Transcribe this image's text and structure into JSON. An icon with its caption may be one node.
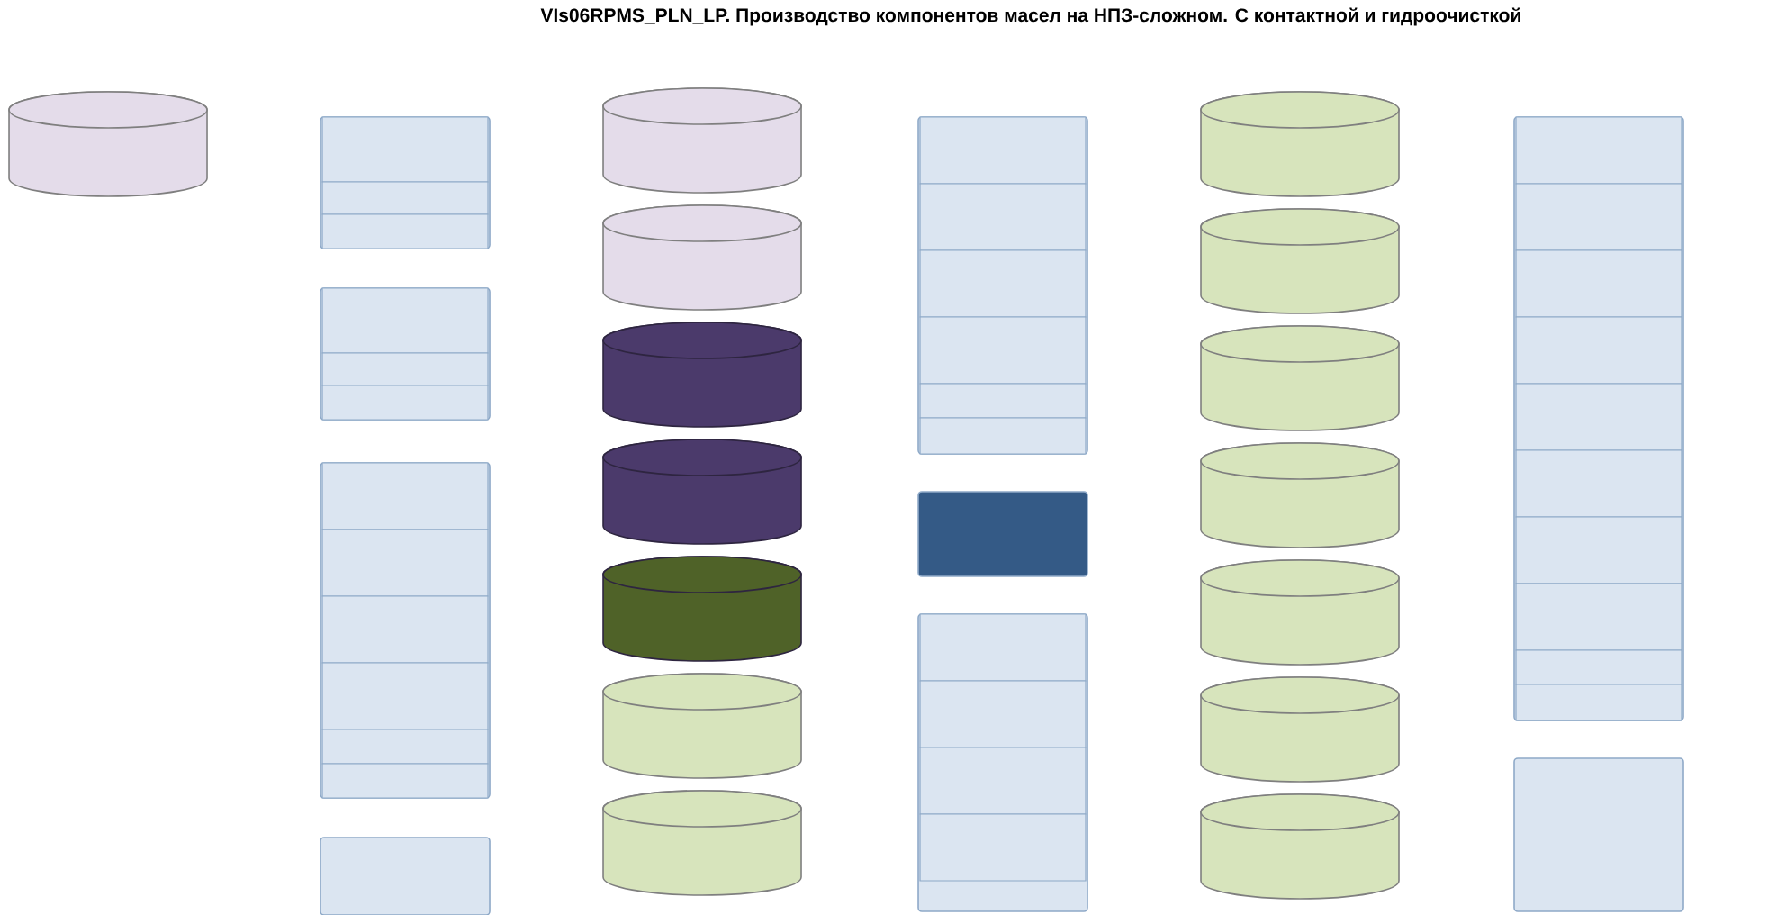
{
  "diagram": {
    "title": "VIs06RPMS_PLN_LP. Производство компонентов масел на НПЗ-сложном. С контактной и гидроочисткой",
    "nodes": [
      {
        "text": [],
        "shape": "cylinder"
      },
      {
        "text": [],
        "shape": "box"
      },
      {
        "text": [],
        "shape": "box",
        "in": 1
      },
      {
        "text": [],
        "shape": "box",
        "in": 1
      },
      {
        "text": [],
        "shape": "box",
        "in": 1
      },
      {
        "text": [],
        "shape": "box"
      },
      {
        "text": [],
        "shape": "box",
        "in": 5
      },
      {
        "text": [],
        "shape": "box",
        "in": 5
      },
      {
        "text": [],
        "shape": "box",
        "in": 5
      },
      {
        "text": [],
        "shape": "box"
      },
      {
        "text": [],
        "shape": "box",
        "in": 9
      },
      {
        "text": [],
        "shape": "box",
        "in": 9
      },
      {
        "text": [],
        "shape": "box",
        "in": 9
      },
      {
        "text": [],
        "shape": "box",
        "in": 9
      },
      {
        "text": [],
        "shape": "box",
        "in": 9
      },
      {
        "text": [],
        "shape": "box",
        "in": 9
      },
      {
        "text": [],
        "shape": "box"
      },
      {
        "text": [],
        "shape": "cylinder"
      },
      {
        "text": [],
        "shape": "cylinder"
      },
      {
        "text": [],
        "shape": "cylinder"
      },
      {
        "text": [],
        "shape": "cylinder"
      },
      {
        "text": [],
        "shape": "cylinder"
      },
      {
        "text": [],
        "shape": "cylinder"
      },
      {
        "text": [],
        "shape": "cylinder"
      },
      {
        "text": [],
        "shape": "box"
      },
      {
        "text": [],
        "shape": "box",
        "in": 24
      },
      {
        "text": [],
        "shape": "box",
        "in": 24
      },
      {
        "text": [],
        "shape": "box",
        "in": 24
      },
      {
        "text": [],
        "shape": "box",
        "in": 24
      },
      {
        "text": [],
        "shape": "box",
        "in": 24
      },
      {
        "text": [],
        "shape": "box",
        "in": 24
      },
      {
        "text": [],
        "shape": "box"
      },
      {
        "text": [],
        "shape": "box"
      },
      {
        "text": [],
        "shape": "box",
        "in": 32
      },
      {
        "text": [],
        "shape": "box",
        "in": 32
      },
      {
        "text": [],
        "shape": "box",
        "in": 32
      },
      {
        "text": [],
        "shape": "box",
        "in": 32
      },
      {
        "text": [],
        "shape": "cylinder"
      },
      {
        "text": [],
        "shape": "cylinder"
      },
      {
        "text": [],
        "shape": "cylinder"
      },
      {
        "text": [],
        "shape": "cylinder"
      },
      {
        "text": [],
        "shape": "cylinder"
      },
      {
        "text": [],
        "shape": "cylinder"
      },
      {
        "text": [],
        "shape": "cylinder"
      },
      {
        "text": [],
        "shape": "box"
      },
      {
        "text": [],
        "shape": "box",
        "in": 44
      },
      {
        "text": [],
        "shape": "box",
        "in": 44
      },
      {
        "text": [],
        "shape": "box",
        "in": 44
      },
      {
        "text": [],
        "shape": "box",
        "in": 44
      },
      {
        "text": [],
        "shape": "box",
        "in": 44
      },
      {
        "text": [],
        "shape": "box",
        "in": 44
      },
      {
        "text": [],
        "shape": "box",
        "in": 44
      },
      {
        "text": [],
        "shape": "box",
        "in": 44
      },
      {
        "text": [],
        "shape": "box",
        "in": 44
      },
      {
        "text": [],
        "shape": "box",
        "in": 44
      },
      {
        "text": [],
        "shape": "box"
      }
    ]
  }
}
